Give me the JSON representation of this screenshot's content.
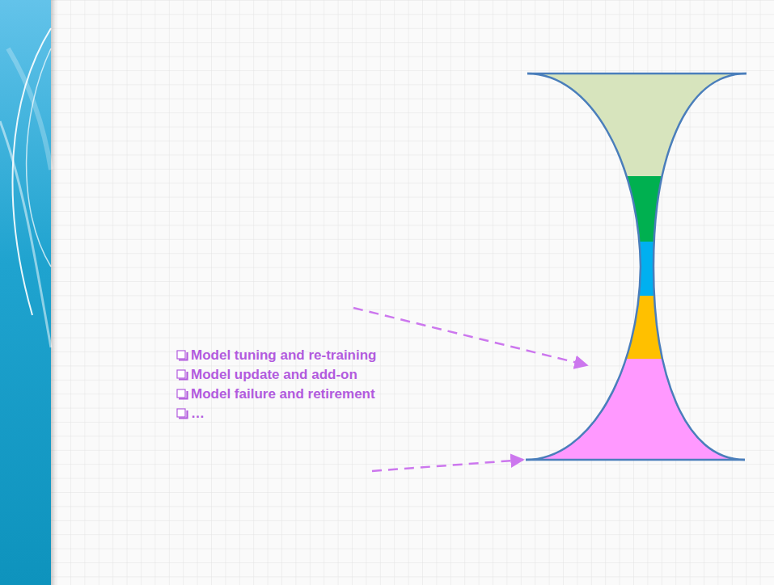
{
  "diagram": {
    "labels": [
      "Model tuning and re-training",
      "Model update and add-on",
      "Model failure and retirement",
      "…"
    ]
  }
}
